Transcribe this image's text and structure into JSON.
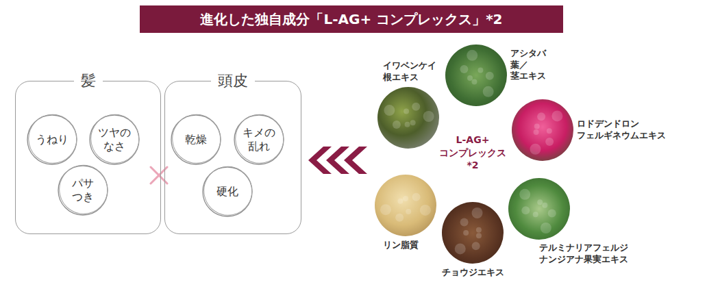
{
  "diagram": {
    "title": "進化した独自成分「L-AG+ コンプレックス」*2",
    "nodes": [
      {
        "text": [
          "髪"
        ]
      },
      {
        "text": [
          "うねり"
        ],
        "in": 0
      },
      {
        "text": [
          "ツヤの なさ"
        ],
        "in": 0
      },
      {
        "text": [
          "パサ つき"
        ],
        "in": 0
      },
      {
        "text": [
          "頭皮"
        ]
      },
      {
        "text": [
          "乾燥"
        ],
        "in": 4
      },
      {
        "text": [
          "キメの 乱れ"
        ],
        "in": 4
      },
      {
        "text": [
          "硬化"
        ],
        "in": 4
      },
      {
        "text": [
          "イワベンケイ 根エキス"
        ]
      },
      {
        "text": [
          "アシタバ 葉／茎エキス"
        ]
      },
      {
        "text": [
          "ロドデンドロン フェルギネウムエキス"
        ]
      },
      {
        "text": [
          "リン脂質"
        ]
      },
      {
        "text": [
          "テルミナリアフェルジ ナンジアナ果実エキス"
        ]
      },
      {
        "text": [
          "チョウジエキス"
        ]
      }
    ],
    "labels": [
      "L-AG+ コンプレックス*2"
    ]
  }
}
